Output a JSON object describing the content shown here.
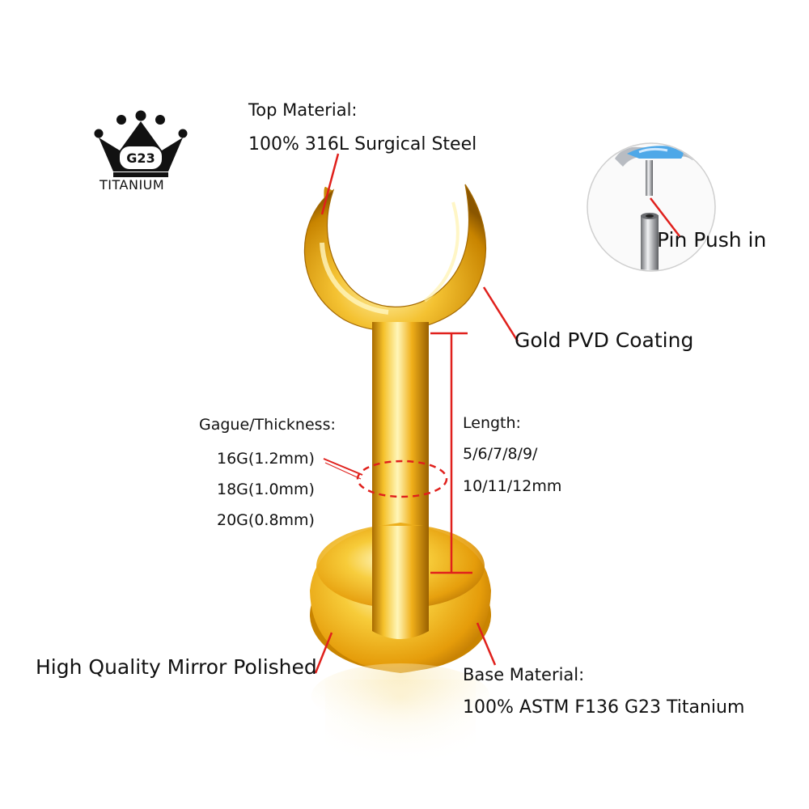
{
  "logo": {
    "badge": "G23",
    "text": "TITANIUM"
  },
  "labels": {
    "top_material_title": "Top Material:",
    "top_material_value": "100% 316L Surgical Steel",
    "pin_push": "Pin Push in",
    "gold_pvd": "Gold PVD Coating",
    "gauge_title": "Gague/Thickness:",
    "gauge_options": [
      "16G(1.2mm)",
      "18G(1.0mm)",
      "20G(0.8mm)"
    ],
    "length_title": "Length:",
    "length_values_line1": "5/6/7/8/9/",
    "length_values_line2": "10/11/12mm",
    "mirror_polished": "High Quality Mirror Polished",
    "base_material_title": "Base Material:",
    "base_material_value": "100% ASTM F136 G23 Titanium"
  },
  "colors": {
    "gold_light": "#fff1a0",
    "gold_mid": "#f3b81c",
    "gold_dark": "#b77600",
    "callout_red": "#e0201c",
    "opal_blue": "#4ea8e8"
  },
  "icons": [
    "crown-icon",
    "moon-top-icon",
    "pin-detail-icon"
  ]
}
